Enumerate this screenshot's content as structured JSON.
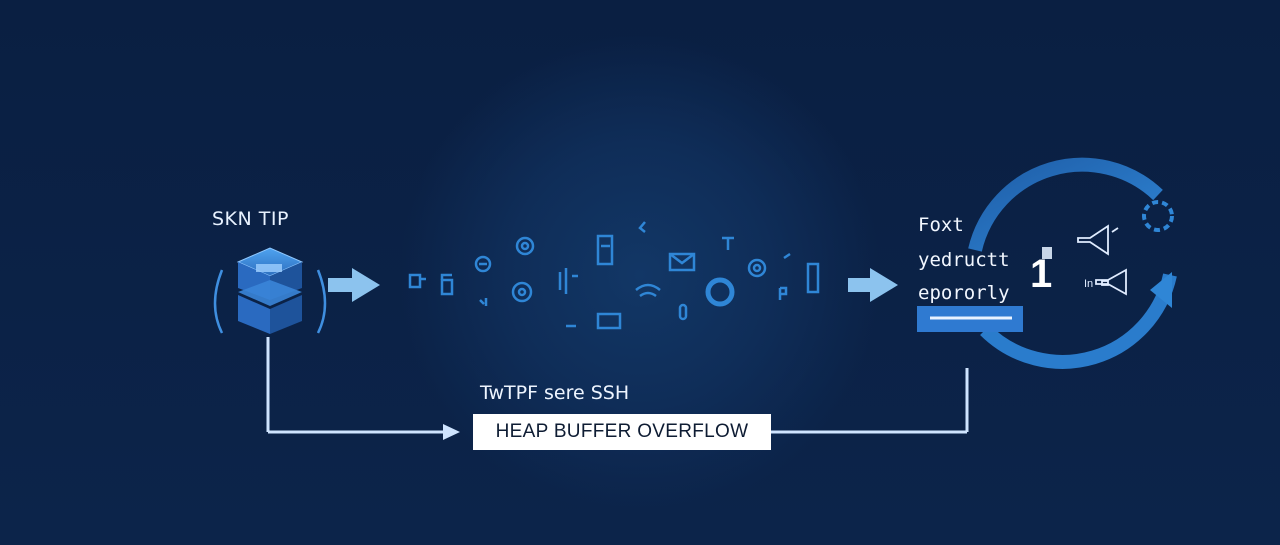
{
  "server": {
    "label": "SKN TIP"
  },
  "protocol": {
    "label": "TwTPF sere SSH"
  },
  "vulnerability": {
    "label": "HEAP BUFFER OVERFLOW"
  },
  "result": {
    "line1": "Foxt",
    "line2": "yedructt",
    "line3": "epororly",
    "count": "1",
    "mini_label": "In"
  },
  "colors": {
    "background": "#0b2145",
    "accent": "#2f86d6",
    "arrow": "#8cc3ee",
    "line": "#cfe4ff"
  },
  "icons": [
    "plug-icon",
    "bug-icon",
    "server-icon",
    "mail-icon",
    "wifi-icon",
    "gear-icon",
    "lock-icon",
    "terminal-icon",
    "phone-icon",
    "speaker-icon"
  ]
}
